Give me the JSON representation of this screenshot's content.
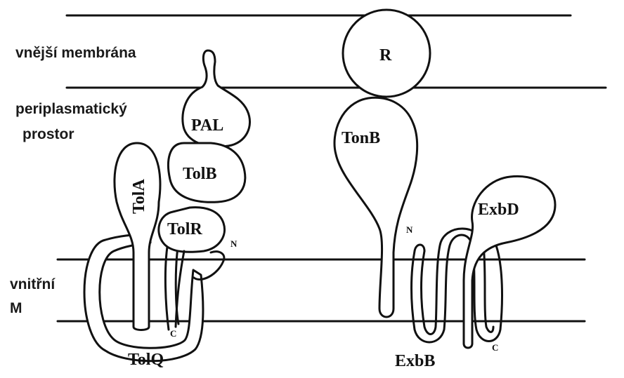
{
  "labels": {
    "outer_membrane": "vnější membrána",
    "periplasm_1": "periplasmatický",
    "periplasm_2": "prostor",
    "inner_membrane_1": "vnitřní",
    "inner_membrane_2": "M"
  },
  "proteins": {
    "pal": "PAL",
    "tolb": "TolB",
    "tola": "TolA",
    "tolr": "TolR",
    "tolq": "TolQ",
    "r": "R",
    "tonb": "TonB",
    "exbd": "ExbD",
    "exbb": "ExbB"
  },
  "termini": {
    "n_tolr": "N",
    "c_tolr": "C",
    "n_exbb": "N",
    "c_exbd": "C"
  }
}
